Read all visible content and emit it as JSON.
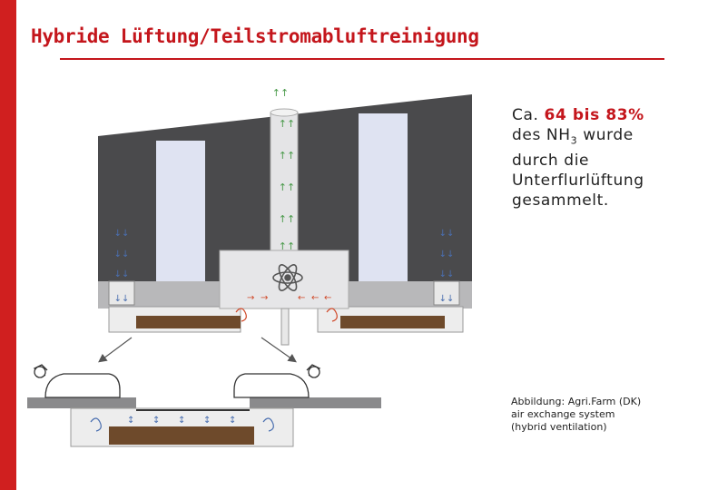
{
  "title": "Hybride Lüftung/Teilstromabluftreinigung",
  "description": {
    "prefix": "Ca.",
    "highlight": "64 bis 83%",
    "line2_pre": "des NH",
    "line2_sub": "3",
    "line2_post": " wurde",
    "line3": "durch die",
    "line4": "Unterflurlüftung",
    "line5": "gesammelt."
  },
  "caption": {
    "line1": "Abbildung: Agri.Farm (DK)",
    "line2": "air exchange system",
    "line3": "(hybrid ventilation)"
  },
  "colors": {
    "accent_red": "#c4161c",
    "barn_wall": "#4a4a4c",
    "window": "#dfe3f2",
    "slurry": "#6e4a2b",
    "arrow_green": "#4a9a4a",
    "arrow_blue": "#4a6fb0",
    "arrow_red": "#d04a2a"
  },
  "icons": [
    "fan-icon",
    "cow-icon",
    "air-flow-arrow-icon",
    "airflow-swirl-icon"
  ]
}
